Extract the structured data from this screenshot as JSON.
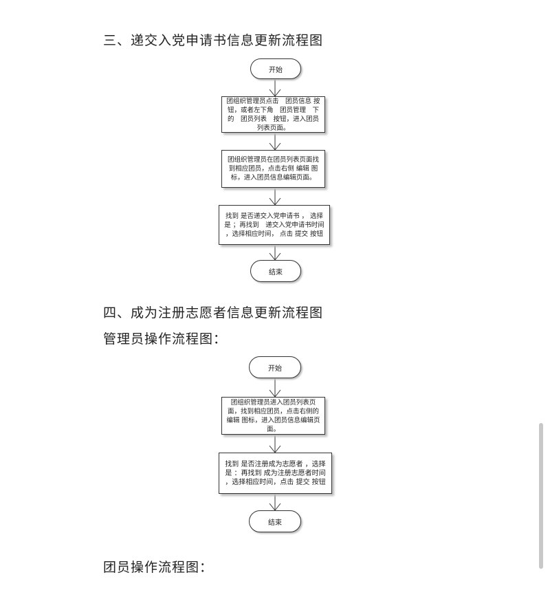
{
  "headings": {
    "section3": "三、递交入党申请书信息更新流程图",
    "section4": "四、成为注册志愿者信息更新流程图",
    "admin_flow": "管理员操作流程图：",
    "member_flow": "团员操作流程图："
  },
  "flow1": {
    "start": "开始",
    "step1": "团组织管理员点击　团员信息 按钮，或者左下角　团员管理　下的　团员列表　按钮，进入团员列表页面。",
    "step2": "团组织管理员在团员列表页面找到相应团员，点击右侧 编辑 图标，进入团员信息编辑页面。",
    "step3": "找到 是否递交入党申请书 ， 选择 是 ；再找到　递交入党申请书时间 ，选择相应时间， 点击 提交 按钮",
    "end": "结束"
  },
  "flow2": {
    "start": "开始",
    "step1": "团组织管理员进入团员列表页面，找到相应团员，点击右侧的 编辑 图标，进入团员信息编辑页面。",
    "step2": "找到 是否注册成为志愿者 ，选择 是 ：再找到 成为注册志愿者时间 ，选择相应时间，点击 提交 按钮",
    "end": "结束"
  }
}
